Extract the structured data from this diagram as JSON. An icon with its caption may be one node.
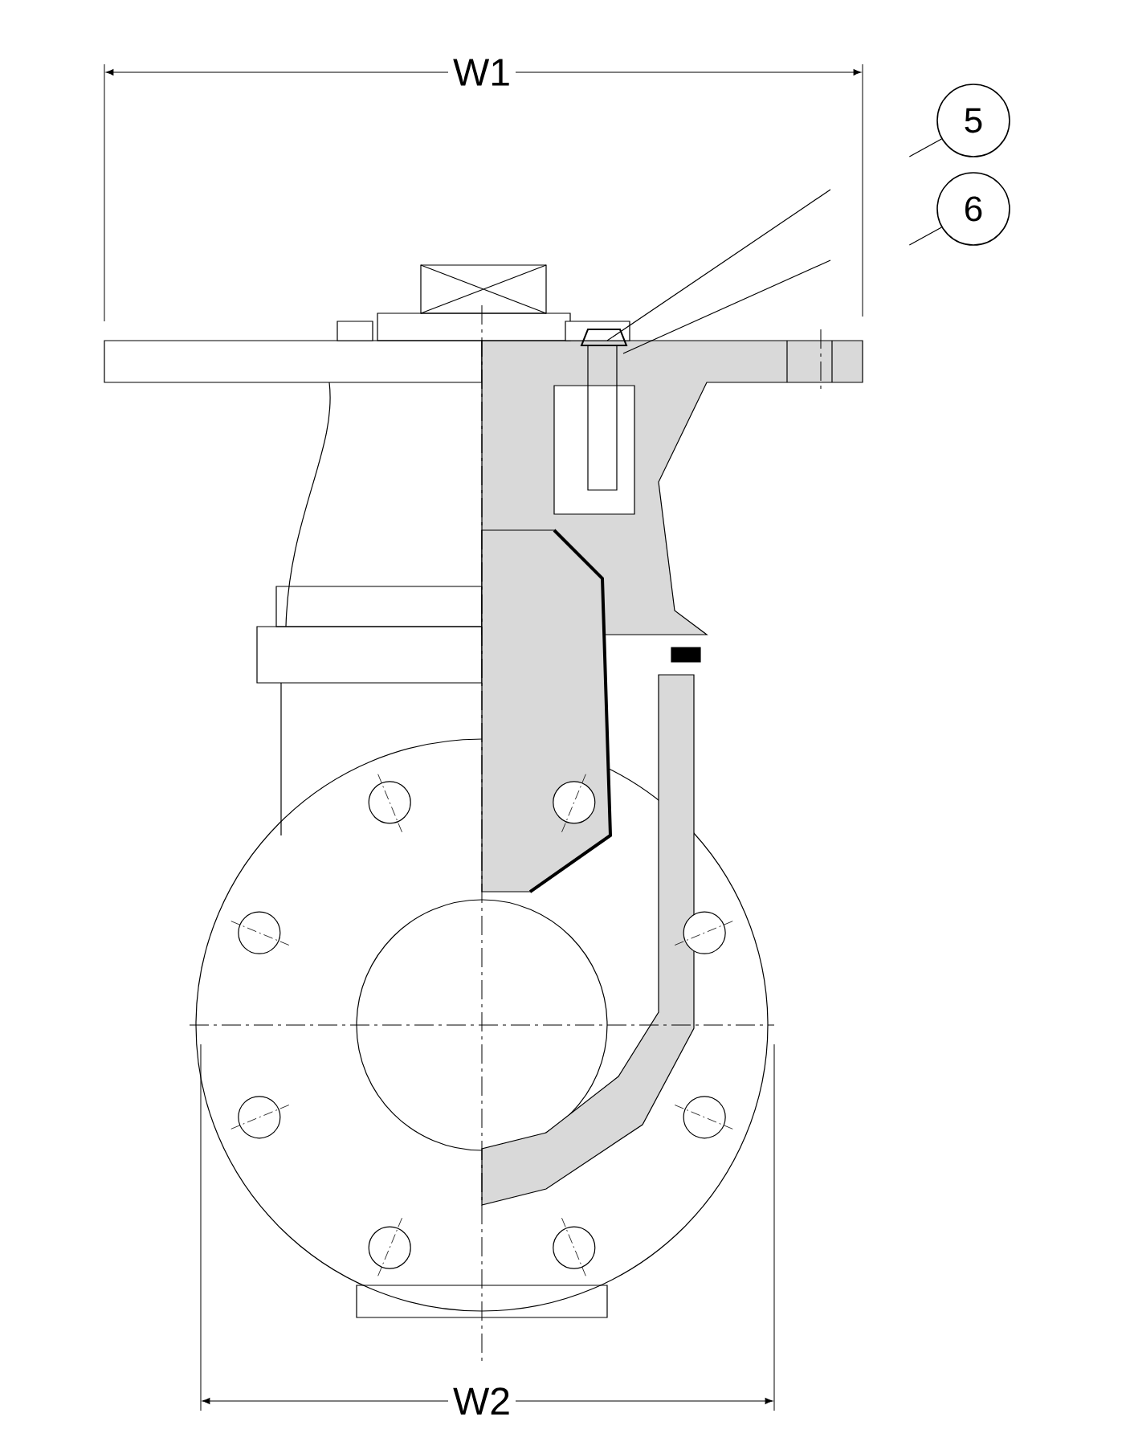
{
  "diagram": {
    "nodes": [
      {
        "text": [
          "5"
        ]
      },
      {
        "text": [
          "6"
        ]
      }
    ],
    "edges": [
      {
        "from": 0,
        "to": null,
        "arrow": "none"
      },
      {
        "from": 1,
        "to": null,
        "arrow": "none"
      }
    ],
    "labels": [
      "W1",
      "W2"
    ]
  }
}
